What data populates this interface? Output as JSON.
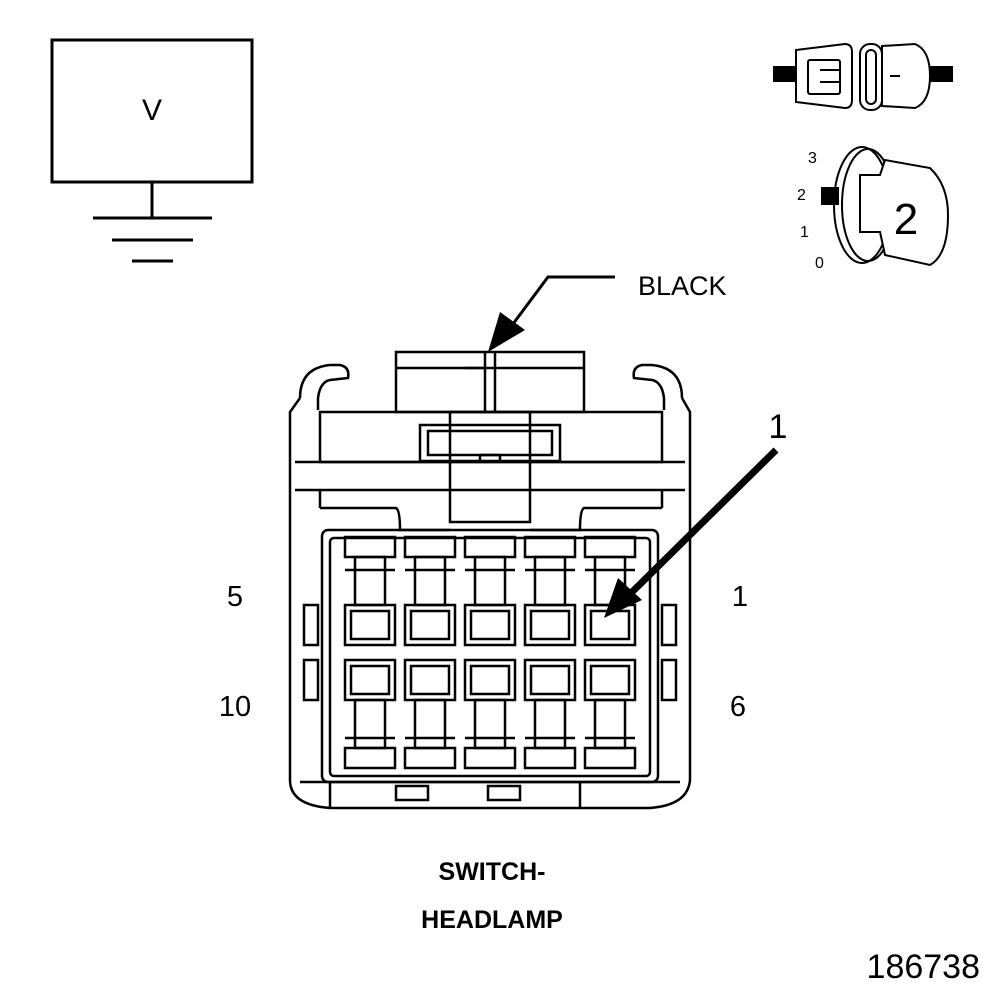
{
  "meter": {
    "symbol": "V"
  },
  "ignition": {
    "position_labels": [
      "3",
      "2",
      "1",
      "0"
    ],
    "selected_position": "2"
  },
  "connector": {
    "color_label": "BLACK",
    "callout_number": "1",
    "pin_labels": {
      "top_left": "5",
      "top_right": "1",
      "bottom_left": "10",
      "bottom_right": "6"
    },
    "name_line1": "SWITCH-",
    "name_line2": "HEADLAMP"
  },
  "figure_id": "186738"
}
